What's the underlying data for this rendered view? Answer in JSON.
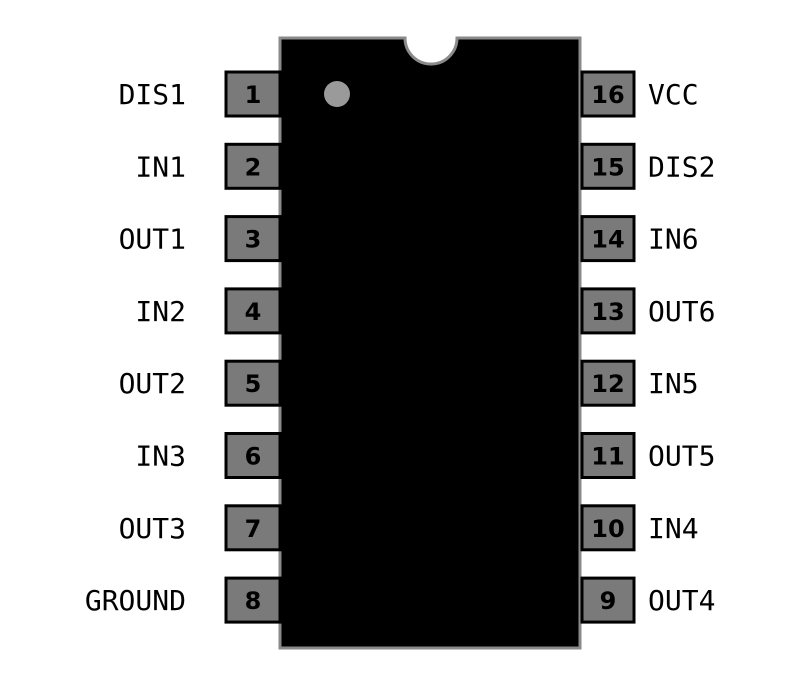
{
  "colors": {
    "chip_body": "#000000",
    "pin_fill": "#7a7a7a",
    "pin_border": "#000000",
    "chip_border": "#8a8a8a",
    "pin1_dot": "#9a9a9a",
    "background": "#ffffff"
  },
  "left_pins": [
    {
      "number": "1",
      "label": "DIS1"
    },
    {
      "number": "2",
      "label": "IN1"
    },
    {
      "number": "3",
      "label": "OUT1"
    },
    {
      "number": "4",
      "label": "IN2"
    },
    {
      "number": "5",
      "label": "OUT2"
    },
    {
      "number": "6",
      "label": "IN3"
    },
    {
      "number": "7",
      "label": "OUT3"
    },
    {
      "number": "8",
      "label": "GROUND"
    }
  ],
  "right_pins": [
    {
      "number": "16",
      "label": "VCC"
    },
    {
      "number": "15",
      "label": "DIS2"
    },
    {
      "number": "14",
      "label": "IN6"
    },
    {
      "number": "13",
      "label": "OUT6"
    },
    {
      "number": "12",
      "label": "IN5"
    },
    {
      "number": "11",
      "label": "OUT5"
    },
    {
      "number": "10",
      "label": "IN4"
    },
    {
      "number": "9",
      "label": "OUT4"
    }
  ]
}
